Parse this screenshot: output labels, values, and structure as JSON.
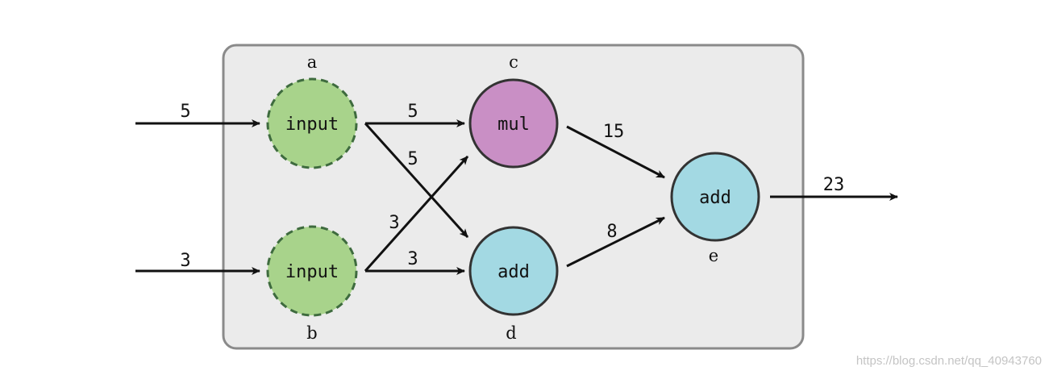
{
  "graph": {
    "nodes": {
      "a": {
        "label": "input",
        "name": "a",
        "color": "#a8d38b",
        "style": "dashed"
      },
      "b": {
        "label": "input",
        "name": "b",
        "color": "#a8d38b",
        "style": "dashed"
      },
      "c": {
        "label": "mul",
        "name": "c",
        "color": "#c98fc5",
        "style": "solid"
      },
      "d": {
        "label": "add",
        "name": "d",
        "color": "#a3d9e3",
        "style": "solid"
      },
      "e": {
        "label": "add",
        "name": "e",
        "color": "#a3d9e3",
        "style": "solid"
      }
    },
    "edges": {
      "in_a": "5",
      "in_b": "3",
      "a_c": "5",
      "a_d": "5",
      "b_c": "3",
      "b_d": "3",
      "c_e": "15",
      "d_e": "8",
      "out_e": "23"
    },
    "panel_color": "#ebebeb"
  },
  "watermark": "https://blog.csdn.net/qq_40943760"
}
